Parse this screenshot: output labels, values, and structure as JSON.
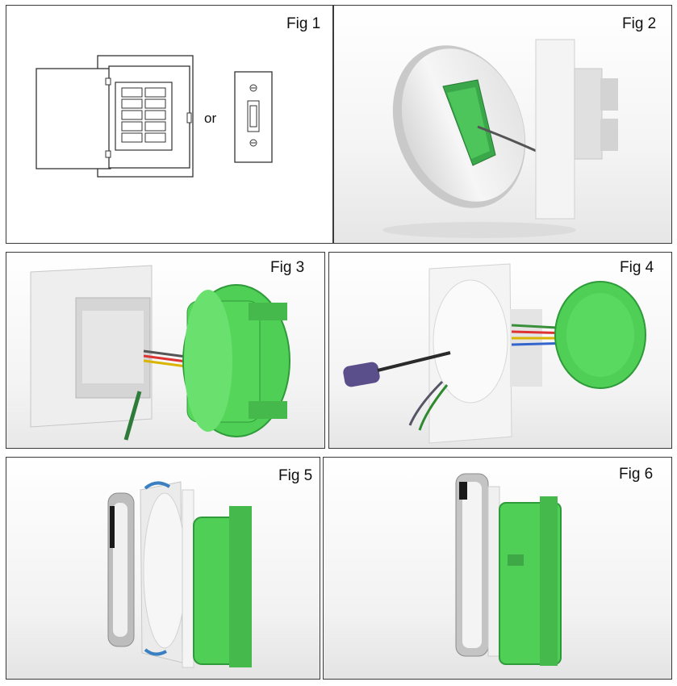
{
  "figures": [
    {
      "label": "Fig 1"
    },
    {
      "label": "Fig 2"
    },
    {
      "label": "Fig 3"
    },
    {
      "label": "Fig 4"
    },
    {
      "label": "Fig 5"
    },
    {
      "label": "Fig 6"
    }
  ],
  "fig1": {
    "or_text": "or"
  },
  "colors": {
    "box_green": "#4fcf55",
    "box_green_dark": "#2f9a3a",
    "plate_white": "#f2f2f2",
    "frame": "#3a3a3a"
  }
}
